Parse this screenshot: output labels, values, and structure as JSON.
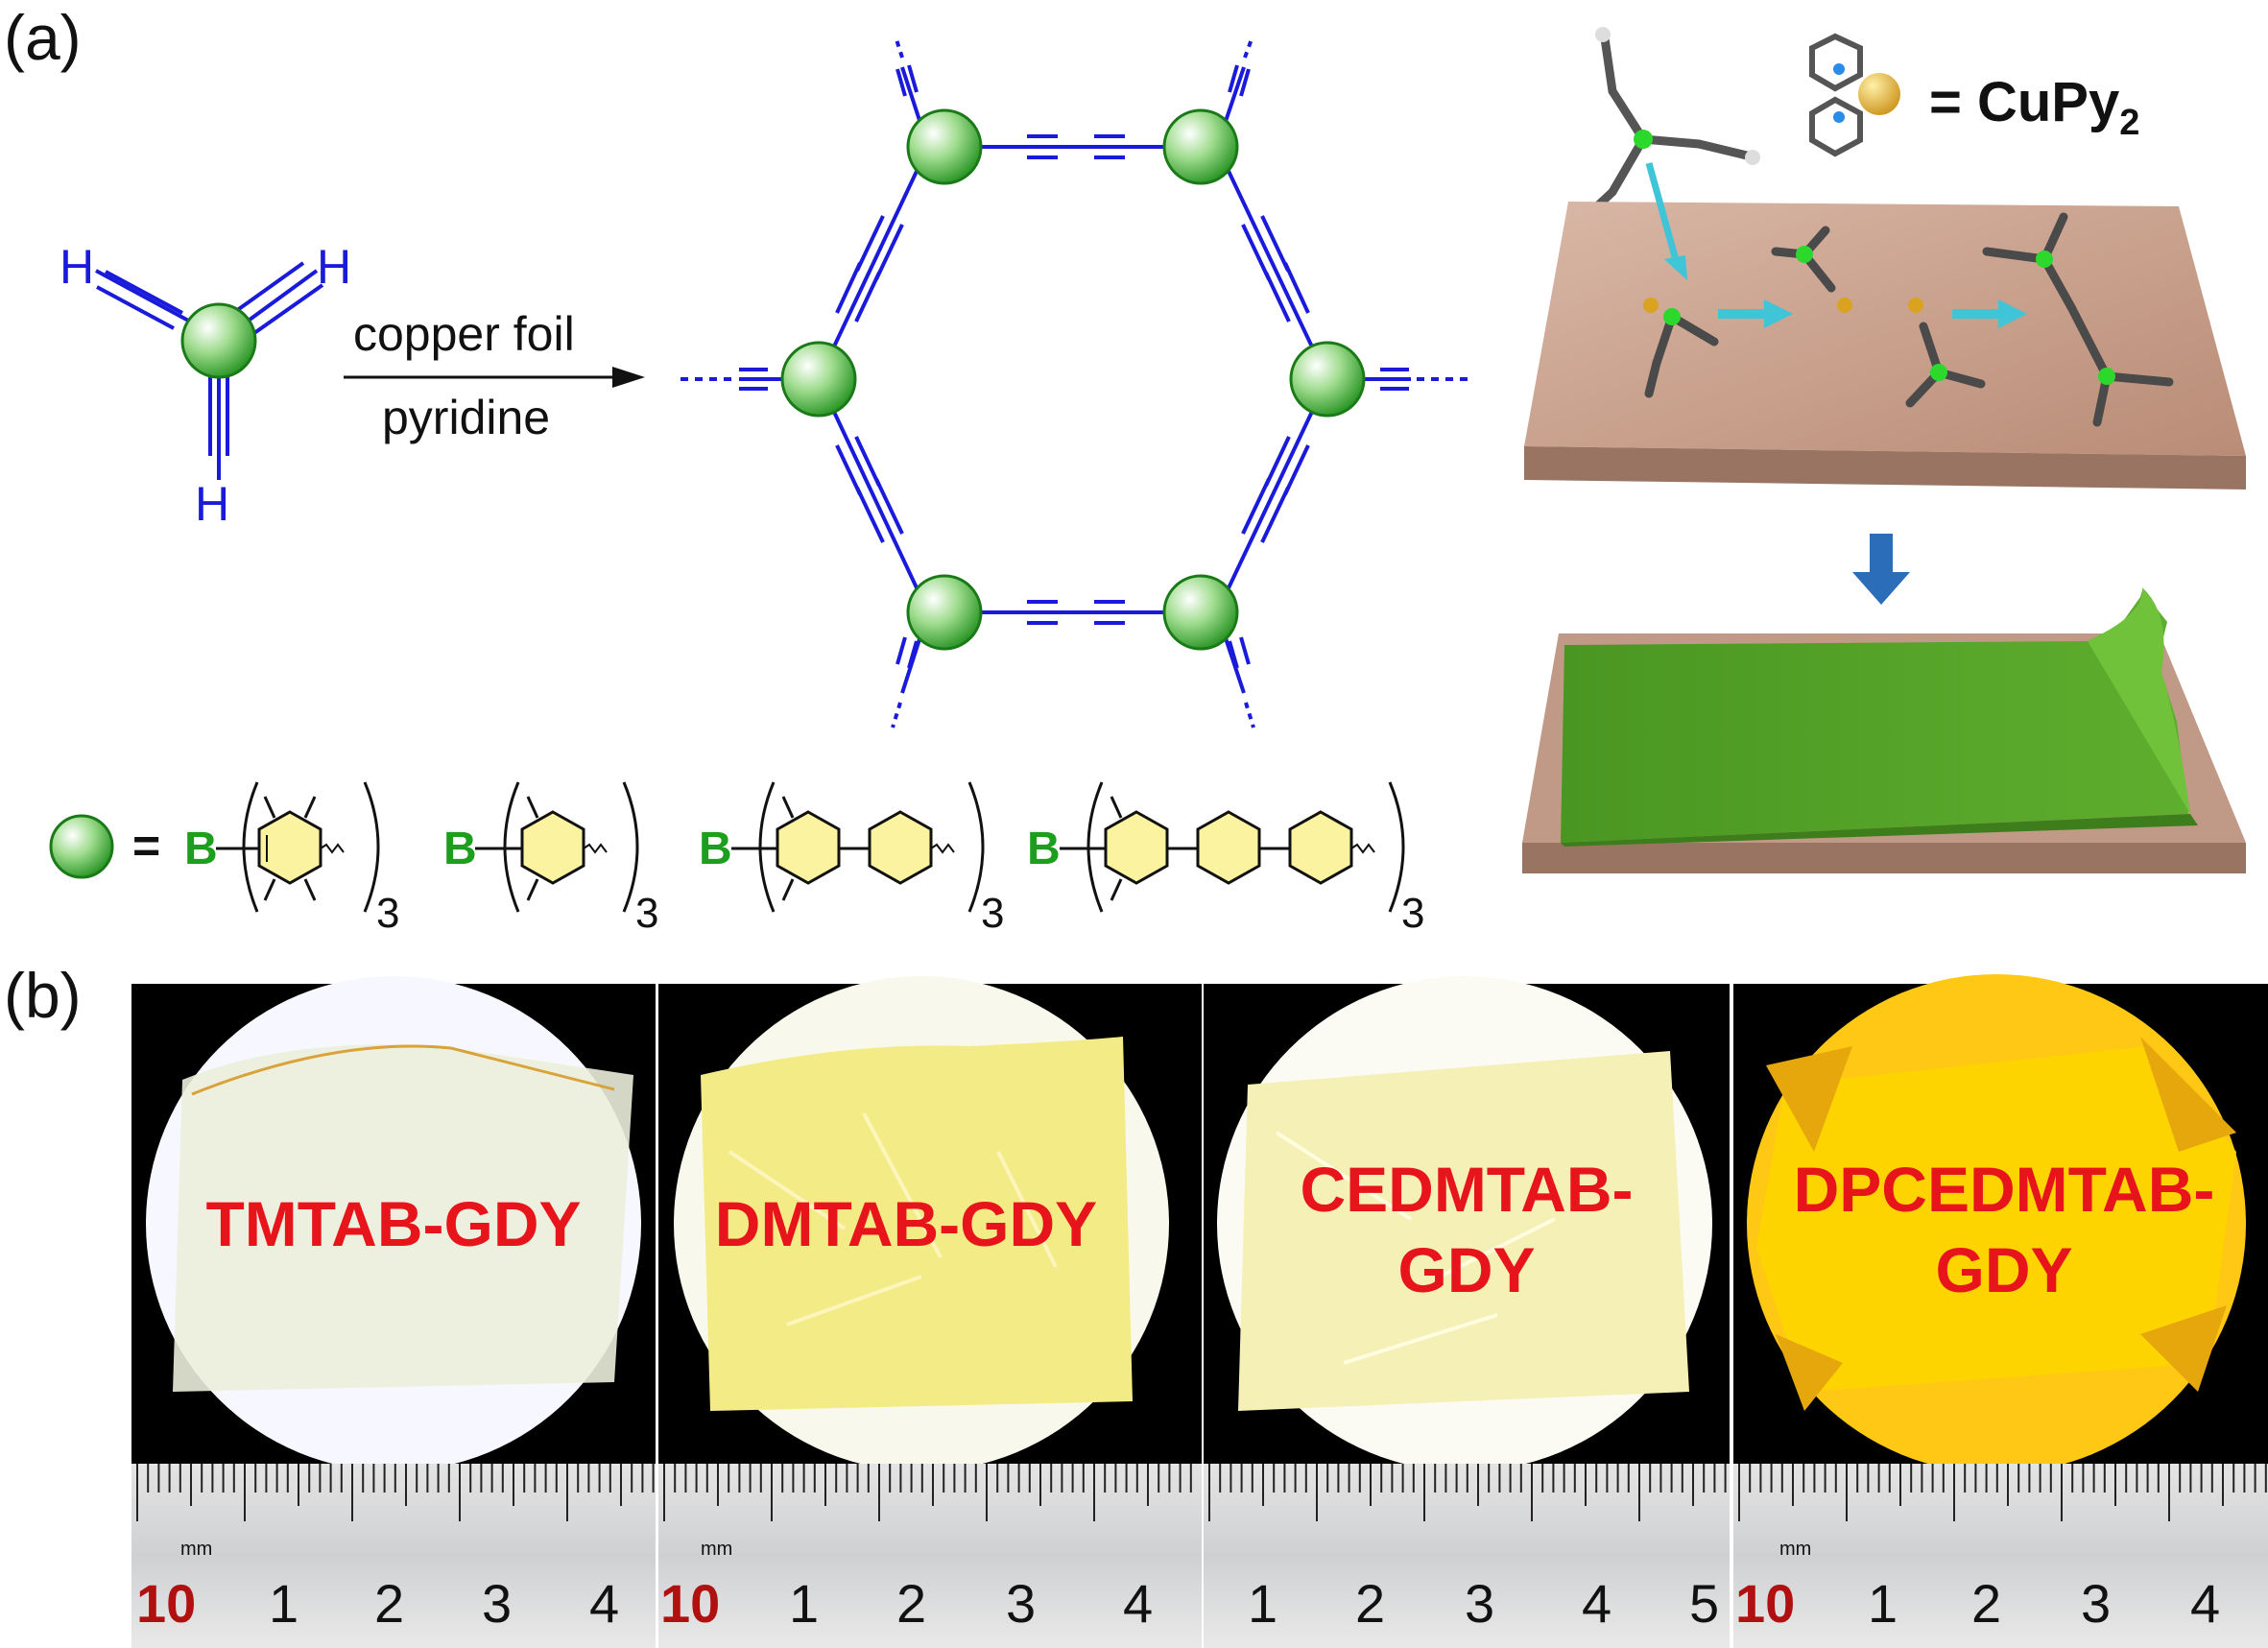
{
  "panel_a": {
    "label": "(a)",
    "monomer": {
      "h_top_left": "H",
      "h_top_right": "H",
      "h_bottom": "H"
    },
    "arrow_top": "copper foil",
    "arrow_bottom": "pyridine",
    "cupy_label": "= CuPy",
    "cupy_sub": "2",
    "legend_eq": "=",
    "legend_units": [
      {
        "atom": "B",
        "multiplier": "3"
      },
      {
        "atom": "B",
        "multiplier": "3"
      },
      {
        "atom": "B",
        "multiplier": "3"
      },
      {
        "atom": "B",
        "multiplier": "3"
      }
    ]
  },
  "panel_b": {
    "label": "(b)",
    "samples": [
      {
        "name_line1": "TMTAB-GDY",
        "name_line2": "",
        "ruler": [
          "10",
          "1",
          "2",
          "3",
          "4"
        ],
        "unit": "mm"
      },
      {
        "name_line1": "DMTAB-GDY",
        "name_line2": "",
        "ruler": [
          "10",
          "1",
          "2",
          "3",
          "4"
        ],
        "unit": "mm"
      },
      {
        "name_line1": "CEDMTAB-",
        "name_line2": "GDY",
        "ruler": [
          "1",
          "2",
          "3",
          "4",
          "5"
        ],
        "unit": ""
      },
      {
        "name_line1": "DPCEDMTAB-",
        "name_line2": "GDY",
        "ruler": [
          "10",
          "1",
          "2",
          "3",
          "4"
        ],
        "unit": "mm"
      }
    ]
  },
  "colors": {
    "bond_blue": "#1a1adb",
    "boron_green": "#1e9e1e",
    "ring_yellow": "#fbf3a0",
    "sample_red": "#e8141b",
    "film_green": "#4e9a24",
    "copper": "#c9a08a",
    "arrow_cyan": "#3fc4d8",
    "arrow_blue": "#2b6db8"
  }
}
